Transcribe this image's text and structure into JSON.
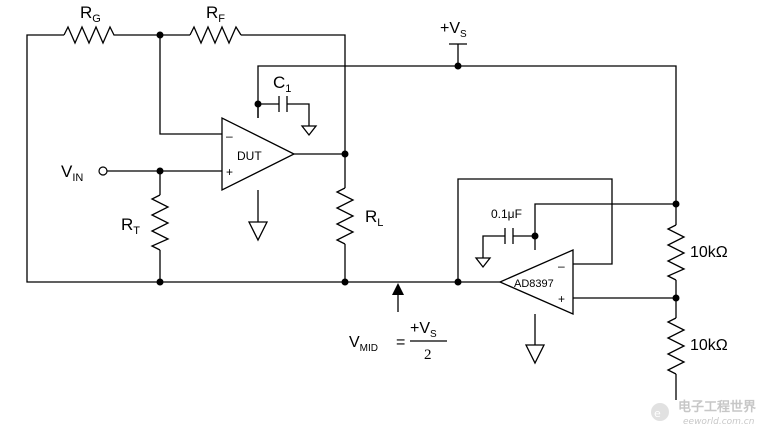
{
  "labels": {
    "rg": {
      "main": "R",
      "sub": "G"
    },
    "rf": {
      "main": "R",
      "sub": "F"
    },
    "vs": {
      "main": "+V",
      "sub": "S"
    },
    "c1": {
      "main": "C",
      "sub": "1"
    },
    "dut": "DUT",
    "vin": {
      "main": "V",
      "sub": "IN"
    },
    "rt": {
      "main": "R",
      "sub": "T"
    },
    "rl": {
      "main": "R",
      "sub": "L"
    },
    "cap2": "0.1μF",
    "ad8397": "AD8397",
    "r_top": "10kΩ",
    "r_bot": "10kΩ",
    "vmid": {
      "main": "V",
      "sub": "MID",
      "eq": "=",
      "num_main": "+V",
      "num_sub": "S",
      "den": "2"
    },
    "opamp1_minus": "–",
    "opamp1_plus": "+",
    "opamp2_minus": "–",
    "opamp2_plus": "+"
  },
  "watermark": {
    "cn": "电子工程世界",
    "url": "eeworld.com.cn"
  }
}
